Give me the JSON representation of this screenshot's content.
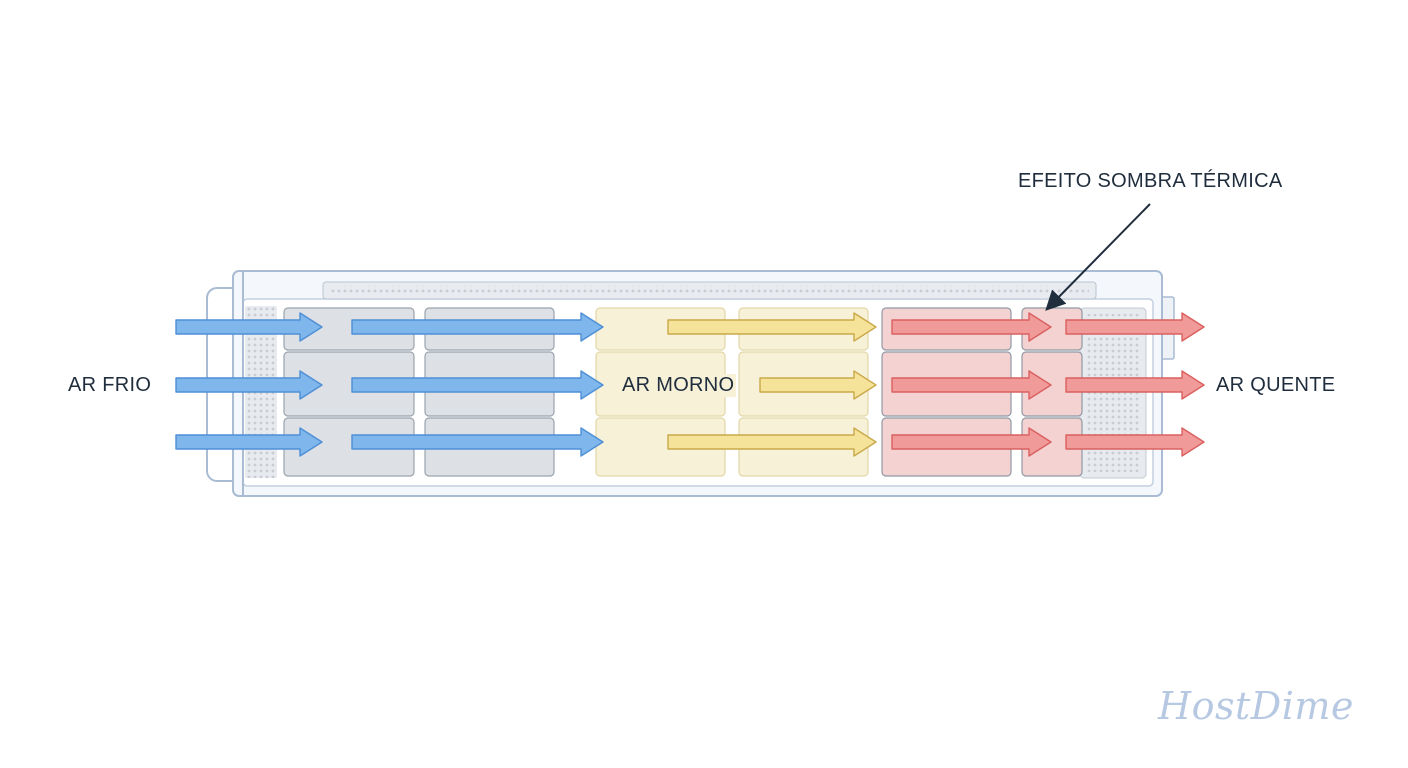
{
  "labels": {
    "cold_air": "AR FRIO",
    "warm_air": "AR MORNO",
    "hot_air": "AR QUENTE",
    "thermal_shadow": "EFEITO SOMBRA TÉRMICA"
  },
  "brand": "HostDime",
  "colors": {
    "cold": "#7fb6ec",
    "warm": "#f6e39a",
    "hot": "#f09a9a",
    "chassis_stroke": "#a9bcd4",
    "text": "#1f2d3d",
    "brand": "#b7c9e2"
  }
}
